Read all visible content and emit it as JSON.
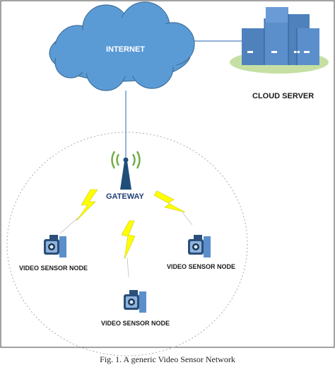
{
  "labels": {
    "internet": "INTERNET",
    "cloud_server": "CLOUD SERVER",
    "gateway": "GATEWAY",
    "node_left": "VIDEO SENSOR NODE",
    "node_right": "VIDEO SENSOR NODE",
    "node_bottom": "VIDEO SENSOR NODE"
  },
  "caption": "Fig. 1.   A generic Video Sensor Network",
  "colors": {
    "cloud_fill": "#5b9bd5",
    "cloud_stroke": "#41719c",
    "server_fill": "#4f81bd",
    "server_base": "#c6e0a4",
    "lightning": "#ffff00",
    "antenna": "#1f4e79",
    "signal_waves": "#70ad47"
  },
  "icons": [
    "cloud-icon",
    "server-rack-icon",
    "antenna-icon",
    "lightning-icon",
    "camera-icon"
  ]
}
